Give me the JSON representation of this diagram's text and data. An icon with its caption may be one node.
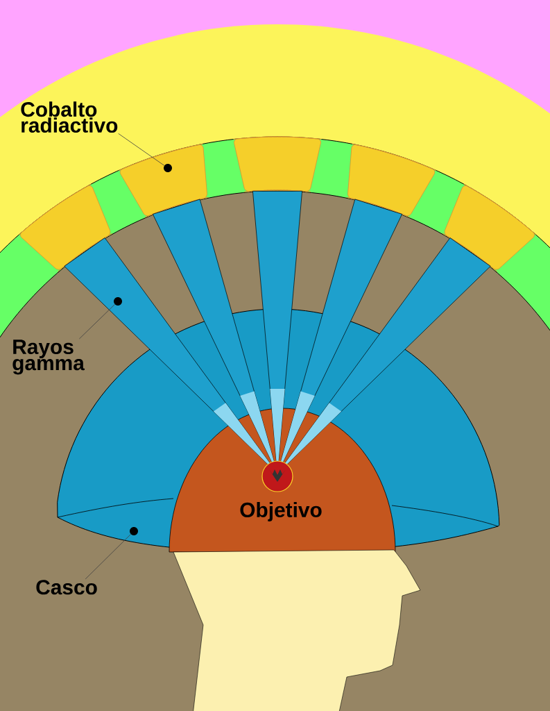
{
  "diagram": {
    "nodes": [
      {
        "text": [
          "Cobalto radiactivo"
        ]
      },
      {
        "text": [],
        "shape": "circle"
      },
      {
        "text": [
          "Rayos gamma"
        ]
      },
      {
        "text": [],
        "shape": "circle"
      },
      {
        "text": [
          "Casco"
        ]
      },
      {
        "text": [],
        "shape": "circle"
      }
    ],
    "edges": [
      {
        "from": 0,
        "to": 1,
        "arrow": "none"
      },
      {
        "from": 2,
        "to": 3,
        "arrow": "none"
      },
      {
        "from": 4,
        "to": 5,
        "arrow": "none"
      }
    ],
    "labels": [
      "Objetivo"
    ]
  }
}
